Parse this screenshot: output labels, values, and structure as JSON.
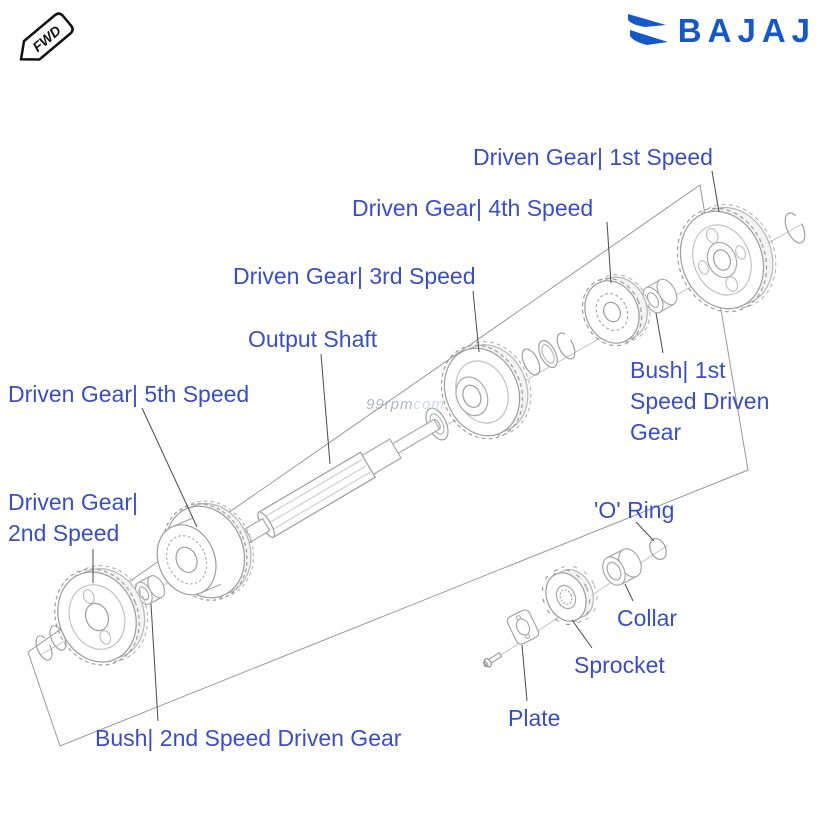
{
  "colors": {
    "label_blue": "#3a4ec4",
    "brand_blue": "#1459c7"
  },
  "header": {
    "fwd_badge": "FWD",
    "brand": "BAJAJ"
  },
  "watermark": {
    "part1": "99rpm",
    "part2": "com"
  },
  "labels": {
    "driven_gear_1st": "Driven Gear| 1st Speed",
    "driven_gear_4th": "Driven Gear| 4th Speed",
    "driven_gear_3rd": "Driven Gear| 3rd Speed",
    "output_shaft": "Output Shaft",
    "driven_gear_5th": "Driven Gear| 5th Speed",
    "bush_1st": "Bush| 1st Speed Driven Gear",
    "driven_gear_2nd": "Driven Gear| 2nd Speed",
    "o_ring": "'O' Ring",
    "collar": "Collar",
    "sprocket": "Sprocket",
    "plate": "Plate",
    "bush_2nd": "Bush| 2nd Speed Driven Gear"
  }
}
